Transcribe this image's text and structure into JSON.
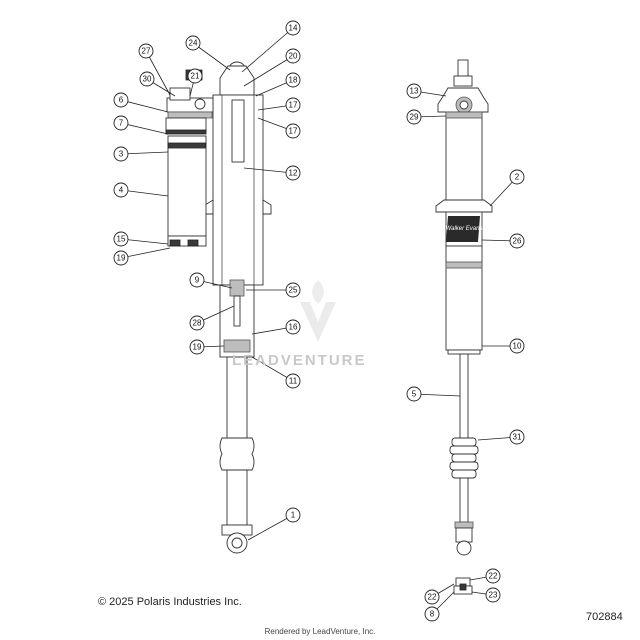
{
  "watermark_text": "LEADVENTURE",
  "logo_text": "Walker Evans",
  "copyright": "© 2025 Polaris Industries Inc.",
  "diagram_number": "702884",
  "rendered_by": "Rendered by LeadVenture, Inc.",
  "callouts": [
    {
      "label": "27"
    },
    {
      "label": "24"
    },
    {
      "label": "14"
    },
    {
      "label": "30"
    },
    {
      "label": "21"
    },
    {
      "label": "20"
    },
    {
      "label": "18"
    },
    {
      "label": "6"
    },
    {
      "label": "17"
    },
    {
      "label": "7"
    },
    {
      "label": "17"
    },
    {
      "label": "3"
    },
    {
      "label": "12"
    },
    {
      "label": "4"
    },
    {
      "label": "15"
    },
    {
      "label": "19"
    },
    {
      "label": "9"
    },
    {
      "label": "25"
    },
    {
      "label": "28"
    },
    {
      "label": "16"
    },
    {
      "label": "19"
    },
    {
      "label": "11"
    },
    {
      "label": "1"
    },
    {
      "label": "13"
    },
    {
      "label": "29"
    },
    {
      "label": "2"
    },
    {
      "label": "26"
    },
    {
      "label": "10"
    },
    {
      "label": "5"
    },
    {
      "label": "31"
    },
    {
      "label": "22"
    },
    {
      "label": "22"
    },
    {
      "label": "23"
    },
    {
      "label": "8"
    }
  ]
}
